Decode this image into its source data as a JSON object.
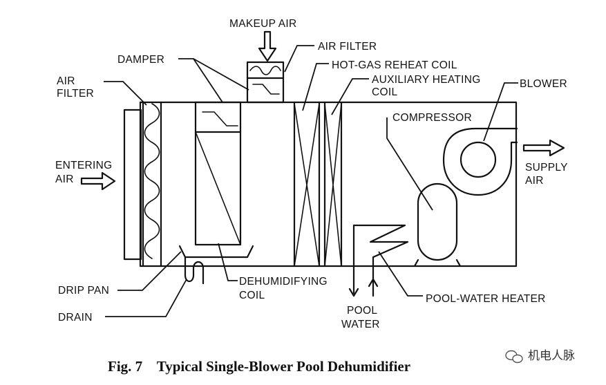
{
  "labels": {
    "makeup_air": "MAKEUP AIR",
    "air_filter_top": "AIR FILTER",
    "damper": "DAMPER",
    "hot_gas_reheat_coil": "HOT-GAS REHEAT COIL",
    "auxiliary_heating_coil_line1": "AUXILIARY HEATING",
    "auxiliary_heating_coil_line2": "COIL",
    "blower": "BLOWER",
    "air_filter_left_line1": "AIR",
    "air_filter_left_line2": "FILTER",
    "compressor": "COMPRESSOR",
    "entering_air_line1": "ENTERING",
    "entering_air_line2": "AIR",
    "supply_air_line1": "SUPPLY",
    "supply_air_line2": "AIR",
    "drip_pan": "DRIP PAN",
    "dehumidifying_coil_line1": "DEHUMIDIFYING",
    "dehumidifying_coil_line2": "COIL",
    "pool_water_heater": "POOL-WATER HEATER",
    "drain": "DRAIN",
    "pool_water_line1": "POOL",
    "pool_water_line2": "WATER"
  },
  "caption": "Fig. 7    Typical Single-Blower Pool Dehumidifier",
  "watermark": "机电人脉"
}
